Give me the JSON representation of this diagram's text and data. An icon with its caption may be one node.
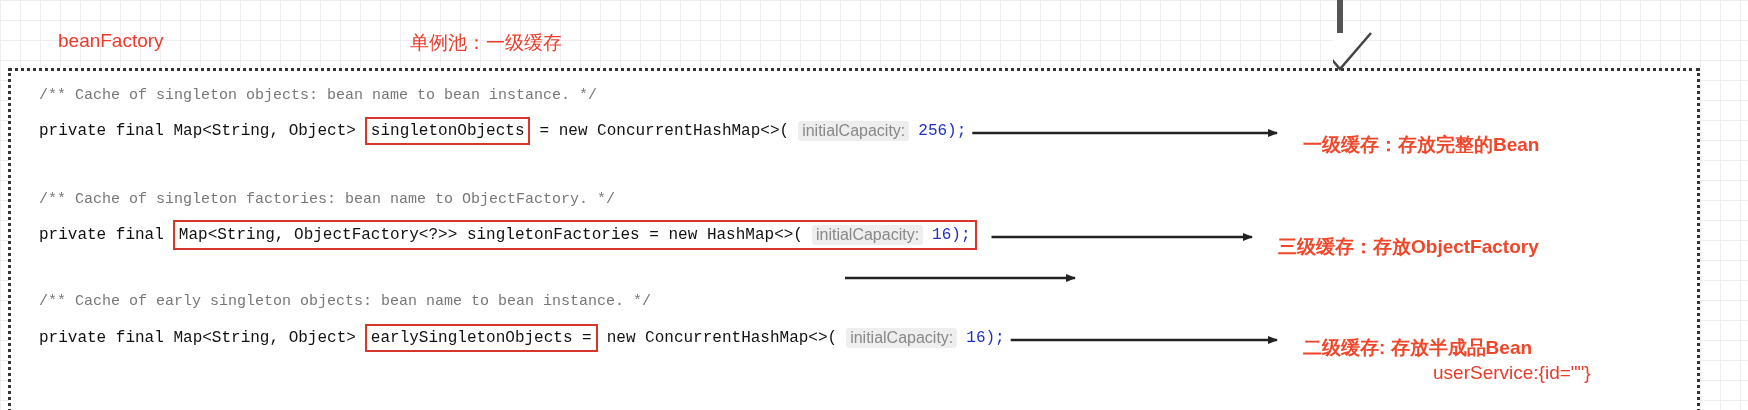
{
  "diagram": {
    "nodes": [
      {
        "text": [],
        "shape": "box"
      },
      {
        "text": [
          "private final Map<String, Object>",
          "singletonObjects",
          "= new ConcurrentHashMap<>(",
          "initialCapacity:",
          "256);"
        ],
        "in": 0
      },
      {
        "text": [
          "一级缓存：存放完整的Bean"
        ],
        "in": 0
      },
      {
        "text": [
          "private final",
          "Map<String, ObjectFactory<?>> singletonFactories = new HashMap<>(",
          "initialCapacity:",
          "16);"
        ],
        "in": 0
      },
      {
        "text": [
          "三级缓存：存放ObjectFactory"
        ],
        "in": 0
      },
      {
        "text": [
          "private final Map<String, Object>",
          "earlySingletonObjects =",
          "new ConcurrentHashMap<>(",
          "initialCapacity:",
          "16);"
        ],
        "in": 0
      },
      {
        "text": [
          "二级缓存: 存放半成品Bean"
        ],
        "in": 0
      }
    ],
    "edges": [
      {
        "from": null,
        "to": 0,
        "arrow": "to",
        "style": "thick"
      },
      {
        "from": 1,
        "to": 2,
        "arrow": "to"
      },
      {
        "from": 3,
        "to": 4,
        "arrow": "to"
      },
      {
        "from": 5,
        "to": 6,
        "arrow": "to"
      }
    ],
    "labels": [
      "beanFactory",
      "单例池：一级缓存",
      "/** Cache of singleton objects: bean name to bean instance. */",
      "/** Cache of singleton factories: bean name to ObjectFactory. */",
      "/** Cache of early singleton objects: bean name to bean instance. */",
      "userService:{id=\"\"}"
    ]
  }
}
